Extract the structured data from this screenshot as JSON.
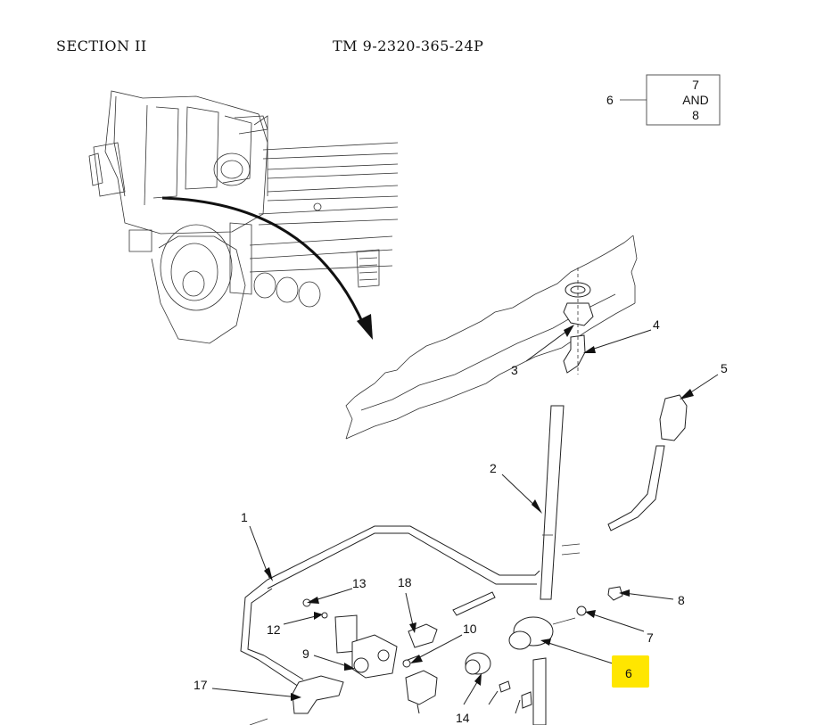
{
  "header": {
    "section": "SECTION II",
    "tm_number": "TM 9-2320-365-24P"
  },
  "reference_box": {
    "callout": "6",
    "line1": "7",
    "line2": "AND",
    "line3": "8"
  },
  "callouts": [
    "1",
    "2",
    "3",
    "4",
    "5",
    "6",
    "7",
    "8",
    "9",
    "10",
    "12",
    "13",
    "14",
    "17",
    "18"
  ],
  "highlight": {
    "item": "6",
    "color": "#ffe600"
  }
}
